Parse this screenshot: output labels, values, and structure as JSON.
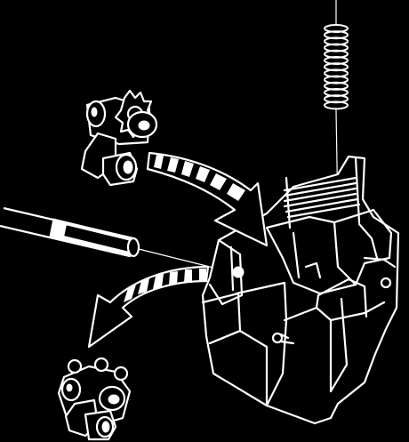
{
  "figure": {
    "type": "exploded-assembly-illustration",
    "background": "#000000",
    "line_color": "#ffffff",
    "parts": [
      "spring",
      "upper-cam-part",
      "shaft-pin",
      "housing-block",
      "lower-cam-part"
    ],
    "arrows": [
      "install-arrow",
      "remove-arrow"
    ]
  }
}
